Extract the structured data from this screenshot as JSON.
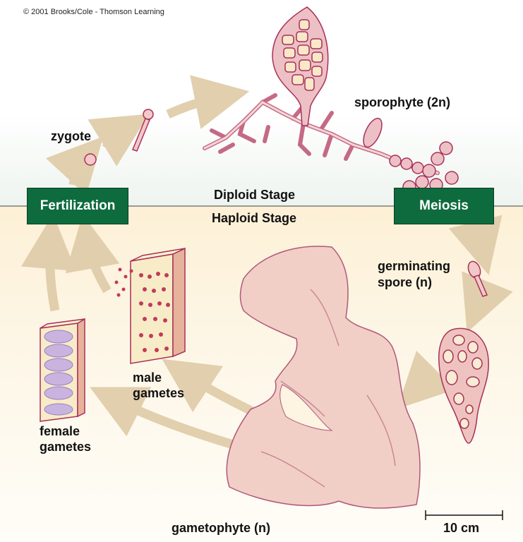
{
  "copyright": "© 2001 Brooks/Cole - Thomson Learning",
  "stages": {
    "diploid": "Diploid Stage",
    "haploid": "Haploid Stage"
  },
  "processes": {
    "fertilization": "Fertilization",
    "meiosis": "Meiosis"
  },
  "labels": {
    "zygote": "zygote",
    "sporophyte": "sporophyte (2n)",
    "germinating_line1": "germinating",
    "germinating_line2": "spore (n)",
    "male_line1": "male",
    "male_line2": "gametes",
    "female_line1": "female",
    "female_line2": "gametes",
    "gametophyte": "gametophyte (n)"
  },
  "scale_bar": {
    "label": "10 cm"
  },
  "colors": {
    "process_box": "#0e6b3e",
    "arrow": "#e0cdaa",
    "tissue_fill": "#f2c9c8",
    "tissue_stroke": "#a8305a",
    "gametophyte_fill": "#f1cfc6"
  }
}
